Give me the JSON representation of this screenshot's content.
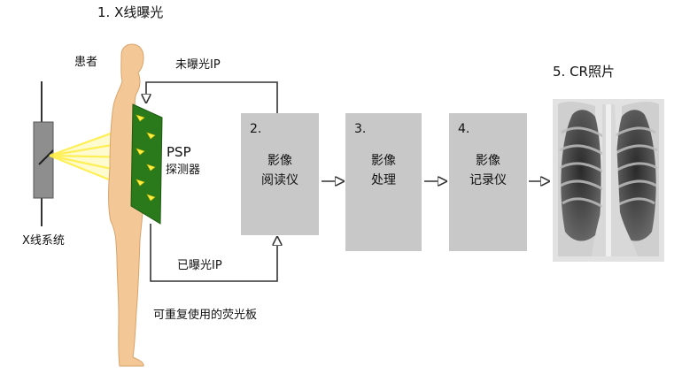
{
  "title": "1. X线曝光",
  "patient_label": "患者",
  "xray_system_label": "X线系统",
  "detector_label": [
    "PSP",
    "探测器"
  ],
  "unexposed_ip_label": "未曝光IP",
  "exposed_ip_label": "已曝光IP",
  "reusable_plate_label": "可重复使用的荧光板",
  "steps": [
    {
      "num": "2.",
      "lines": [
        "影像",
        "阅读仪"
      ]
    },
    {
      "num": "3.",
      "lines": [
        "影像",
        "处理"
      ]
    },
    {
      "num": "4.",
      "lines": [
        "影像",
        "记录仪"
      ]
    }
  ],
  "result_label": "5. CR照片",
  "colors": {
    "box": "#c8c8c8",
    "skin": "#f4c896",
    "detector": "#2a7a1c",
    "beam": "#ffee44",
    "line": "#333333"
  }
}
